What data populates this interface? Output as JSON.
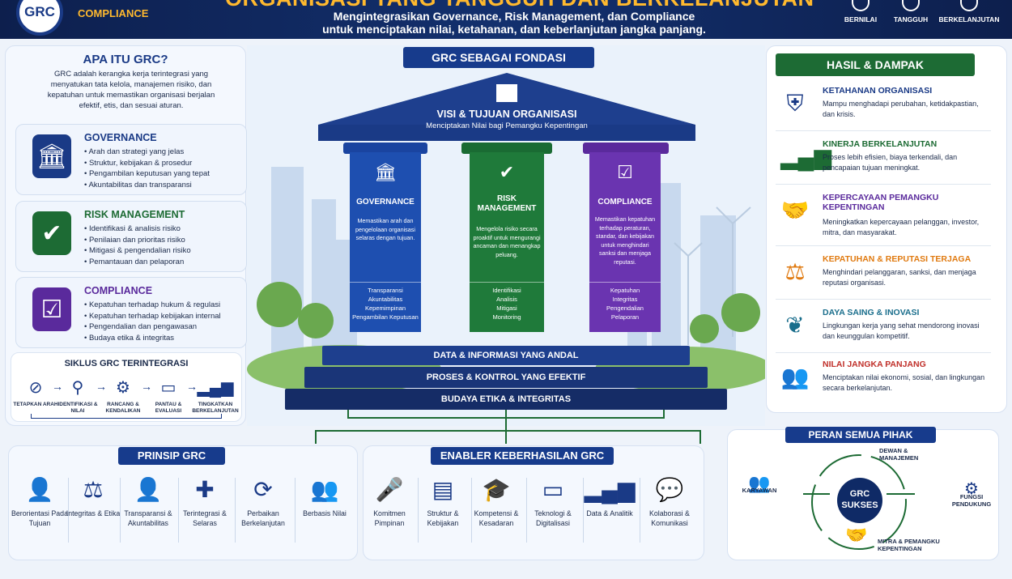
{
  "header": {
    "logo_text": "GRC",
    "compliance_label": "COMPLIANCE",
    "title": "ORGANISASI YANG TANGGUH DAN BERKELANJUTAN",
    "subtitle_line1": "Mengintegrasikan Governance, Risk Management, dan Compliance",
    "subtitle_line2": "untuk menciptakan nilai, ketahanan, dan keberlanjutan jangka panjang.",
    "values": [
      {
        "label": "BERNILAI",
        "icon": "value-icon"
      },
      {
        "label": "TANGGUH",
        "icon": "shield-icon"
      },
      {
        "label": "BERKELANJUTAN",
        "icon": "leaf-icon"
      }
    ]
  },
  "apa": {
    "title": "APA ITU GRC?",
    "text": "GRC adalah kerangka kerja terintegrasi yang menyatukan tata kelola, manajemen risiko, dan kepatuhan untuk memastikan organisasi berjalan efektif, etis, dan sesuai aturan."
  },
  "pillars_left": [
    {
      "title": "GOVERNANCE",
      "color": "#1a3a86",
      "icon": "bank-icon",
      "items": [
        "Arah dan strategi yang jelas",
        "Struktur, kebijakan & prosedur",
        "Pengambilan keputusan yang tepat",
        "Akuntabilitas dan transparansi"
      ]
    },
    {
      "title": "RISK MANAGEMENT",
      "color": "#1d6b34",
      "icon": "shield-check-icon",
      "items": [
        "Identifikasi & analisis risiko",
        "Penilaian dan prioritas risiko",
        "Mitigasi & pengendalian risiko",
        "Pemantauan dan pelaporan"
      ]
    },
    {
      "title": "COMPLIANCE",
      "color": "#5a2a9c",
      "icon": "checklist-icon",
      "items": [
        "Kepatuhan terhadap hukum & regulasi",
        "Kepatuhan terhadap kebijakan internal",
        "Pengendalian dan pengawasan",
        "Budaya etika & integritas"
      ]
    }
  ],
  "cycle": {
    "title": "SIKLUS GRC TERINTEGRASI",
    "steps": [
      {
        "label": "TETAPKAN ARAH",
        "icon": "compass-icon"
      },
      {
        "label": "IDENTIFIKASI & NILAI",
        "icon": "magnifier-icon"
      },
      {
        "label": "RANCANG & KENDALIKAN",
        "icon": "gears-icon"
      },
      {
        "label": "PANTAU & EVALUASI",
        "icon": "monitor-icon"
      },
      {
        "label": "TINGKATKAN BERKELANJUTAN",
        "icon": "growth-chart-icon"
      }
    ]
  },
  "foundation": {
    "title": "GRC SEBAGAI FONDASI",
    "roof_title": "VISI & TUJUAN ORGANISASI",
    "roof_sub": "Menciptakan Nilai bagi Pemangku Kepentingan",
    "pillars": [
      {
        "title": "GOVERNANCE",
        "color": "#1e4fb0",
        "desc": "Memastikan arah dan pengelolaan organisasi selaras dengan tujuan.",
        "items": [
          "Transparansi",
          "Akuntabilitas",
          "Kepemimpinan",
          "Pengambilan Keputusan"
        ]
      },
      {
        "title": "RISK MANAGEMENT",
        "color": "#1f7a3a",
        "desc": "Mengelola risiko secara proaktif untuk mengurangi ancaman dan menangkap peluang.",
        "items": [
          "Identifikasi",
          "Analisis",
          "Mitigasi",
          "Monitoring"
        ]
      },
      {
        "title": "COMPLIANCE",
        "color": "#6a34b0",
        "desc": "Memastikan kepatuhan terhadap peraturan, standar, dan kebijakan untuk menghindari sanksi dan menjaga reputasi.",
        "items": [
          "Kepatuhan",
          "Integritas",
          "Pengendalian",
          "Pelaporan"
        ]
      }
    ],
    "steps": [
      "DATA & INFORMASI YANG ANDAL",
      "PROSES & KONTROL YANG EFEKTIF",
      "BUDAYA ETIKA & INTEGRITAS"
    ]
  },
  "results": {
    "title": "HASIL & DAMPAK",
    "items": [
      {
        "title": "KETAHANAN ORGANISASI",
        "text": "Mampu menghadapi perubahan, ketidakpastian, dan krisis.",
        "color": "#1a3a86",
        "icon": "shield-icon"
      },
      {
        "title": "KINERJA BERKELANJUTAN",
        "text": "Proses lebih efisien, biaya terkendali, dan pencapaian tujuan meningkat.",
        "color": "#1d6b34",
        "icon": "growth-chart-icon"
      },
      {
        "title": "KEPERCAYAAN PEMANGKU KEPENTINGAN",
        "text": "Meningkatkan kepercayaan pelanggan, investor, mitra, dan masyarakat.",
        "color": "#5a2a9c",
        "icon": "handshake-icon"
      },
      {
        "title": "KEPATUHAN & REPUTASI TERJAGA",
        "text": "Menghindari pelanggaran, sanksi, dan menjaga reputasi organisasi.",
        "color": "#e07a10",
        "icon": "gavel-icon"
      },
      {
        "title": "DAYA SAING & INOVASI",
        "text": "Lingkungan kerja yang sehat mendorong inovasi dan keunggulan kompetitif.",
        "color": "#1a6e8c",
        "icon": "leaf-icon"
      },
      {
        "title": "NILAI JANGKA PANJANG",
        "text": "Menciptakan nilai ekonomi, sosial, dan lingkungan secara berkelanjutan.",
        "color": "#c0302a",
        "icon": "people-icon"
      }
    ]
  },
  "prinsip": {
    "title": "PRINSIP GRC",
    "items": [
      {
        "label": "Berorientasi Pada Tujuan",
        "icon": "person-icon"
      },
      {
        "label": "Integritas & Etika",
        "icon": "scale-icon"
      },
      {
        "label": "Transparansi & Akuntabilitas",
        "icon": "user-check-icon"
      },
      {
        "label": "Terintegrasi & Selaras",
        "icon": "puzzle-icon"
      },
      {
        "label": "Perbaikan Berkelanjutan",
        "icon": "cycle-icon"
      },
      {
        "label": "Berbasis Nilai",
        "icon": "group-icon"
      }
    ]
  },
  "enabler": {
    "title": "ENABLER KEBERHASILAN GRC",
    "items": [
      {
        "label": "Komitmen Pimpinan",
        "icon": "speaker-icon"
      },
      {
        "label": "Struktur & Kebijakan",
        "icon": "document-icon"
      },
      {
        "label": "Kompetensi & Kesadaran",
        "icon": "graduation-icon"
      },
      {
        "label": "Teknologi & Digitalisasi",
        "icon": "monitor-gear-icon"
      },
      {
        "label": "Data & Analitik",
        "icon": "bar-chart-icon"
      },
      {
        "label": "Kolaborasi & Komunikasi",
        "icon": "chat-people-icon"
      }
    ]
  },
  "roles": {
    "title": "PERAN SEMUA PIHAK",
    "center_line1": "GRC",
    "center_line2": "SUKSES",
    "parties": [
      "DEWAN & MANAJEMEN",
      "FUNGSI PENDUKUNG",
      "MITRA & PEMANGKU KEPENTINGAN",
      "KARYAWAN"
    ]
  }
}
